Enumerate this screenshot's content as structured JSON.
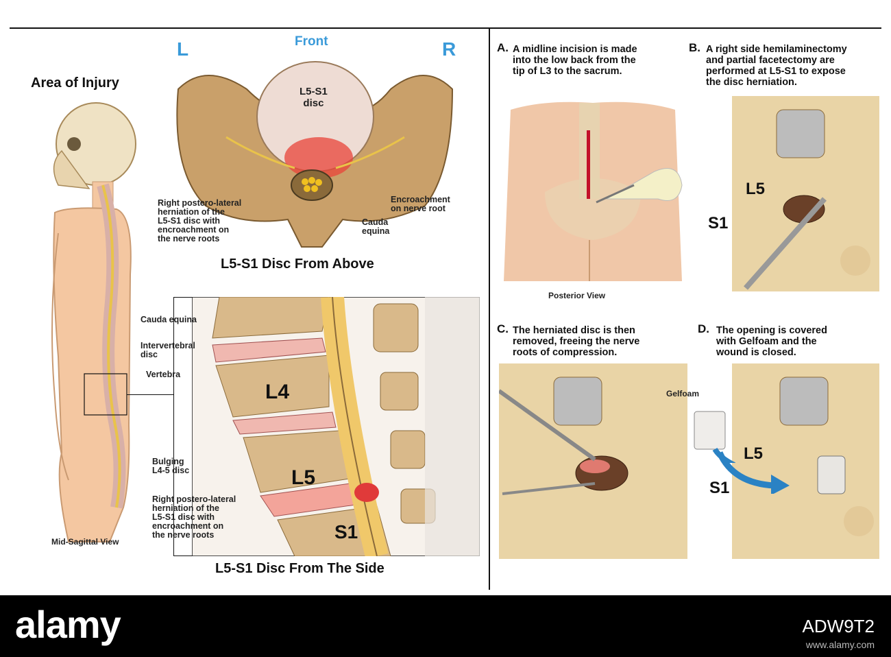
{
  "left_panel": {
    "area_title": "Area of Injury",
    "mid_sagittal": "Mid-Sagittal View",
    "top_view": {
      "left": "L",
      "right": "R",
      "front": "Front",
      "disc_label": "L5-S1\ndisc",
      "herniation": "Right postero-lateral\nherniation of the\nL5-S1 disc with\nencroachment on\nthe nerve roots",
      "encroachment": "Encroachment\non nerve root",
      "cauda": "Cauda\nequina",
      "title": "L5-S1 Disc From Above"
    },
    "side_view": {
      "cauda": "Cauda equina",
      "intervertebral": "Intervertebral\ndisc",
      "vertebra": "Vertebra",
      "bulging": "Bulging\nL4-5 disc",
      "herniation": "Right postero-lateral\nherniation of the\nL5-S1 disc with\nencroachment on\nthe nerve roots",
      "l4": "L4",
      "l5": "L5",
      "s1": "S1",
      "title": "L5-S1 Disc From The Side"
    }
  },
  "right_panel": {
    "a": {
      "letter": "A.",
      "text": "A midline incision is made\ninto the low back from the\ntip of L3 to the sacrum.",
      "caption": "Posterior View"
    },
    "b": {
      "letter": "B.",
      "text": "A right side hemilaminectomy\nand partial facetectomy are\nperformed at L5-S1 to expose\nthe disc herniation.",
      "l5": "L5",
      "s1": "S1"
    },
    "c": {
      "letter": "C.",
      "text": "The herniated disc is then\nremoved, freeing the nerve\nroots of compression."
    },
    "d": {
      "letter": "D.",
      "text": "The opening is covered\nwith Gelfoam and the\nwound is closed.",
      "gelfoam": "Gelfoam",
      "l5": "L5",
      "s1": "S1"
    }
  },
  "footer": {
    "logo": "alamy",
    "id": "ADW9T2",
    "url": "www.alamy.com"
  },
  "colors": {
    "accent_blue": "#3a9ad9",
    "bone": "#d9b98a",
    "disc_red": "#e03a3a",
    "skin": "#f4c7a1"
  }
}
